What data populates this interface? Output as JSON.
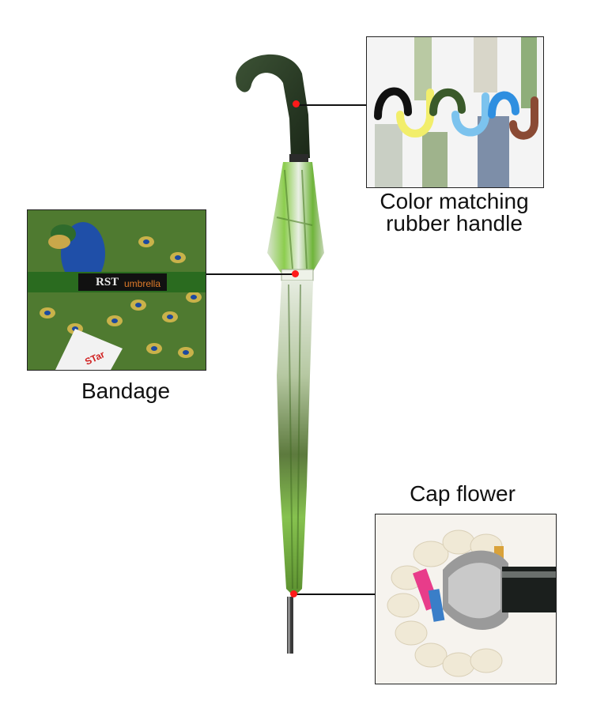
{
  "callouts": {
    "handle": {
      "label_line1": "Color matching",
      "label_line2": "rubber handle"
    },
    "bandage": {
      "label": "Bandage",
      "strap_brand": "RST",
      "strap_text": "umbrella",
      "tag_text": "STar"
    },
    "cap": {
      "label": "Cap flower"
    }
  },
  "colors": {
    "handle": "#233320",
    "canopy_green": "#7dc242",
    "leader_line": "#111111",
    "marker_dot": "#ff1a1a"
  },
  "handle_swatches": [
    "#111111",
    "#f2ee6b",
    "#3a5a2a",
    "#7cc3ee",
    "#2f8fe0",
    "#8a4a34"
  ]
}
